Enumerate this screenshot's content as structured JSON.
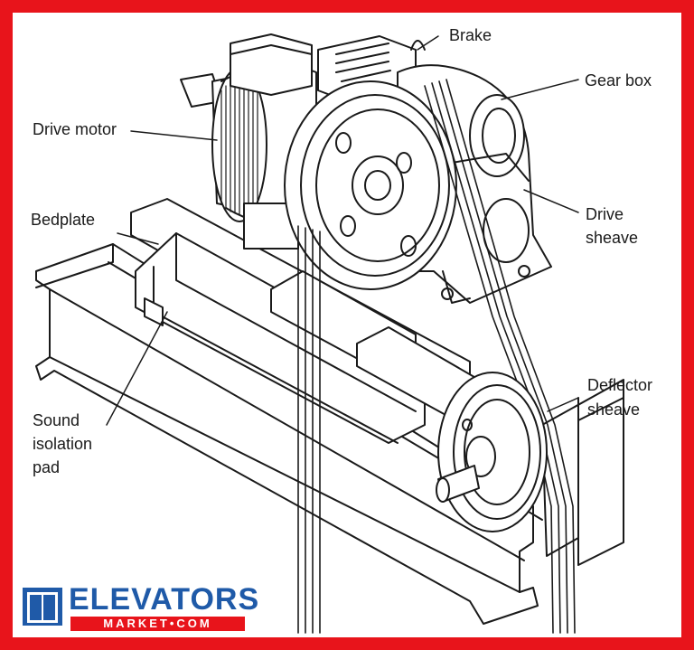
{
  "labels": {
    "brake": "Brake",
    "gear_box": "Gear box",
    "drive_motor": "Drive motor",
    "bedplate": "Bedplate",
    "drive_sheave_1": "Drive",
    "drive_sheave_2": "sheave",
    "deflector_sheave_1": "Deflector",
    "deflector_sheave_2": "sheave",
    "sound_1": "Sound",
    "sound_2": "isolation",
    "sound_3": "pad"
  },
  "logo": {
    "word": "ELEVATORS",
    "sub": "MARKET•COM"
  },
  "colors": {
    "frame": "#e8141b",
    "logo_blue": "#1f5aa8",
    "ink": "#1a1a1a"
  },
  "icons": [
    "elevator-door-icon"
  ]
}
